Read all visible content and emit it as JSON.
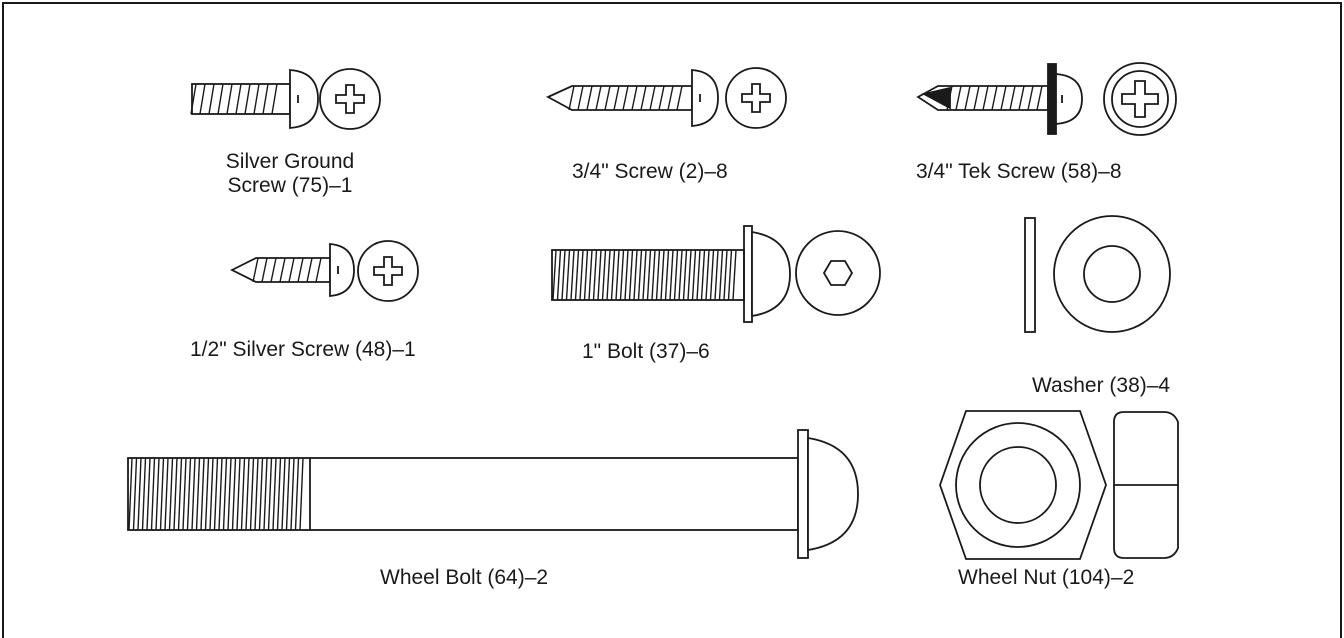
{
  "parts": [
    {
      "id": "silver-ground-screw",
      "label_lines": [
        "Silver Ground",
        "Screw (75)–1"
      ]
    },
    {
      "id": "three-quarter-screw",
      "label": "3/4\" Screw (2)–8"
    },
    {
      "id": "tek-screw",
      "label": "3/4\" Tek Screw (58)–8"
    },
    {
      "id": "half-inch-silver-screw",
      "label": "1/2\" Silver Screw (48)–1"
    },
    {
      "id": "one-inch-bolt",
      "label": "1\" Bolt (37)–6"
    },
    {
      "id": "washer",
      "label": "Washer (38)–4"
    },
    {
      "id": "wheel-bolt",
      "label": "Wheel Bolt (64)–2"
    },
    {
      "id": "wheel-nut",
      "label": "Wheel Nut (104)–2"
    }
  ],
  "colors": {
    "line": "#1a1a1a",
    "background": "#ffffff"
  }
}
